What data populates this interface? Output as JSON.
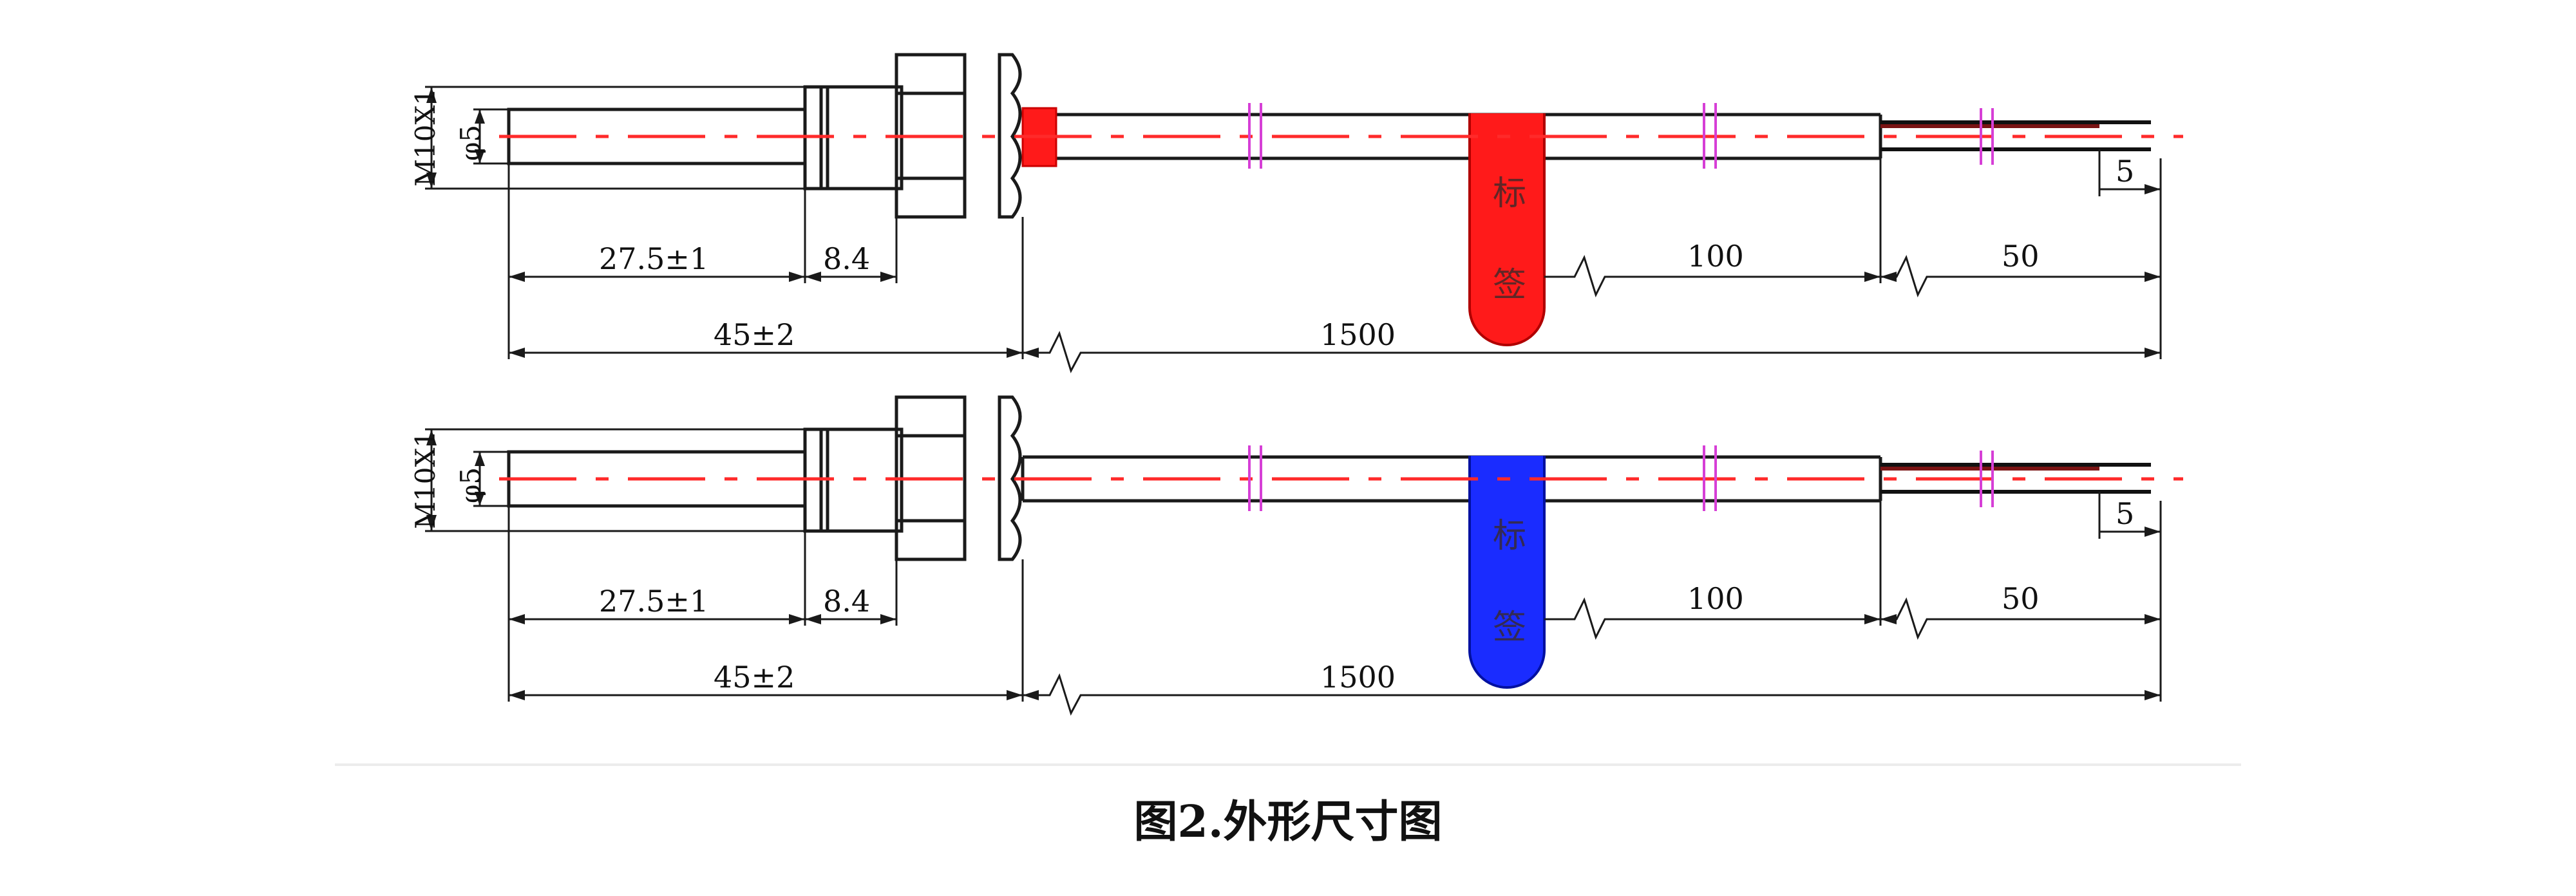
{
  "caption": "图2.外形尺寸图",
  "colors": {
    "line": "#1a1a1a",
    "centerline": "#ff2a2a",
    "break_mark": "#d63fd6",
    "red_label": "#ff1a1a",
    "blue_label": "#1a2cff"
  },
  "label_text": [
    "标",
    "签"
  ],
  "views": [
    {
      "variant": "red",
      "thread": "M10X1",
      "diameter": "φ5",
      "probe_length": "27.5±1",
      "nut_width": "8.4",
      "front_length": "45±2",
      "cable_length": "1500",
      "label_offset": "100",
      "wire_length": "50",
      "strip_length": "5"
    },
    {
      "variant": "blue",
      "thread": "M10X1",
      "diameter": "φ5",
      "probe_length": "27.5±1",
      "nut_width": "8.4",
      "front_length": "45±2",
      "cable_length": "1500",
      "label_offset": "100",
      "wire_length": "50",
      "strip_length": "5"
    }
  ]
}
